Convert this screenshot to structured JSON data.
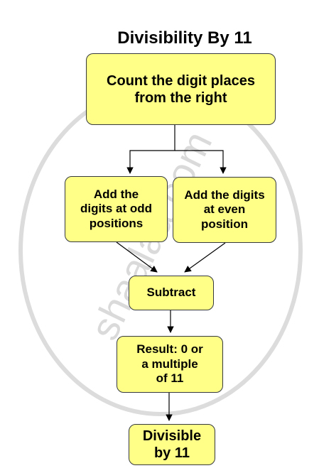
{
  "title": "Divisibility By 11",
  "nodes": {
    "count": "Count the digit places\nfrom the right",
    "odd": "Add the\ndigits at odd\npositions",
    "even": "Add the digits\nat even\nposition",
    "subtract": "Subtract",
    "result": "Result: 0 or\na multiple\nof 11",
    "divisible": "Divisible\nby 11"
  },
  "watermark": "shaalaa.com",
  "colors": {
    "box_fill": "#ffff88",
    "box_border": "#36393d",
    "watermark": "#d9d9d9"
  }
}
